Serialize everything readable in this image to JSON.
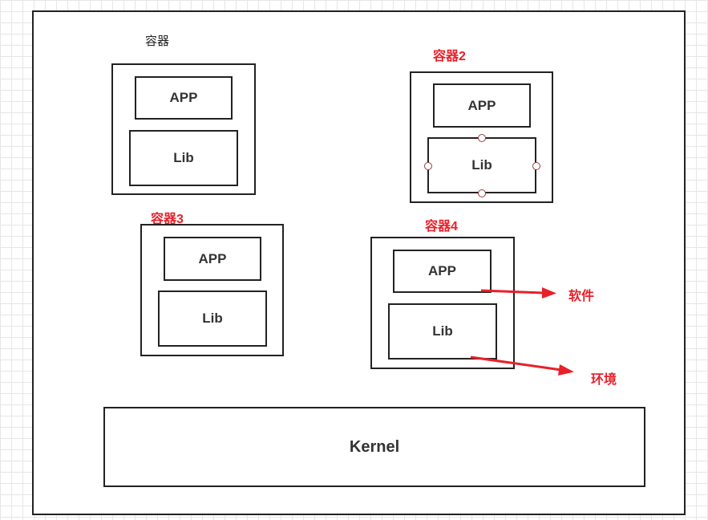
{
  "containers": {
    "c1": {
      "title": "容器",
      "app": "APP",
      "lib": "Lib"
    },
    "c2": {
      "title": "容器2",
      "app": "APP",
      "lib": "Lib"
    },
    "c3": {
      "title": "容器3",
      "app": "APP",
      "lib": "Lib"
    },
    "c4": {
      "title": "容器4",
      "app": "APP",
      "lib": "Lib"
    }
  },
  "annotations": {
    "software": "软件",
    "environment": "环境"
  },
  "kernel": {
    "label": "Kernel"
  },
  "colors": {
    "accent": "#e8202a",
    "stroke": "#222222"
  }
}
